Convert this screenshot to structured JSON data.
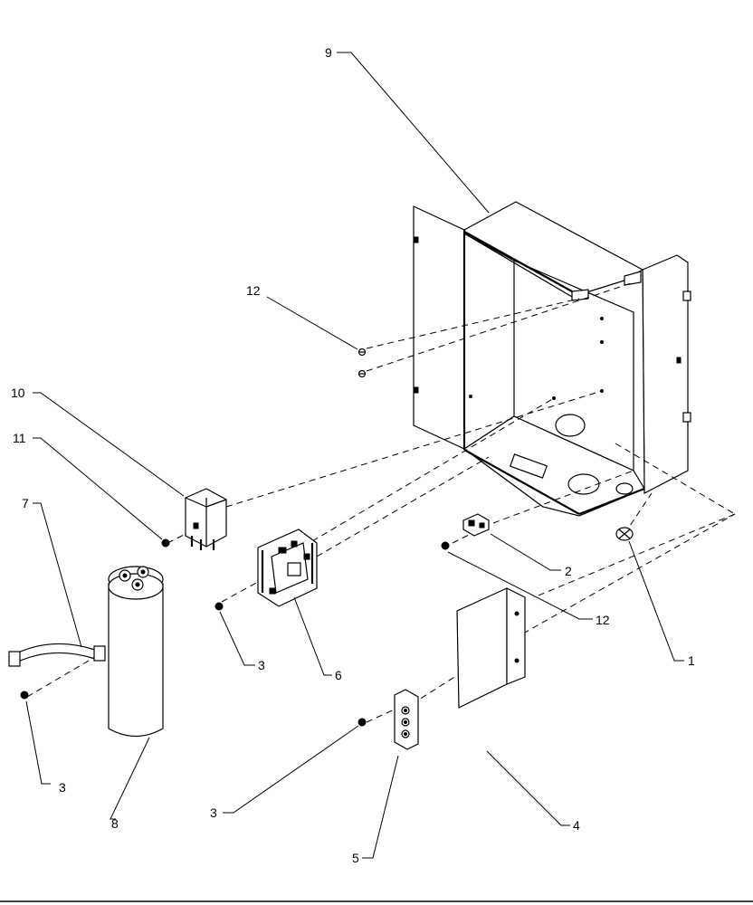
{
  "callouts": [
    {
      "id": "1",
      "label": "1"
    },
    {
      "id": "2",
      "label": "2"
    },
    {
      "id": "3a",
      "label": "3"
    },
    {
      "id": "3b",
      "label": "3"
    },
    {
      "id": "3c",
      "label": "3"
    },
    {
      "id": "4",
      "label": "4"
    },
    {
      "id": "5",
      "label": "5"
    },
    {
      "id": "6",
      "label": "6"
    },
    {
      "id": "7",
      "label": "7"
    },
    {
      "id": "8",
      "label": "8"
    },
    {
      "id": "9",
      "label": "9"
    },
    {
      "id": "10",
      "label": "10"
    },
    {
      "id": "11",
      "label": "11"
    },
    {
      "id": "12a",
      "label": "12"
    },
    {
      "id": "12b",
      "label": "12"
    }
  ]
}
